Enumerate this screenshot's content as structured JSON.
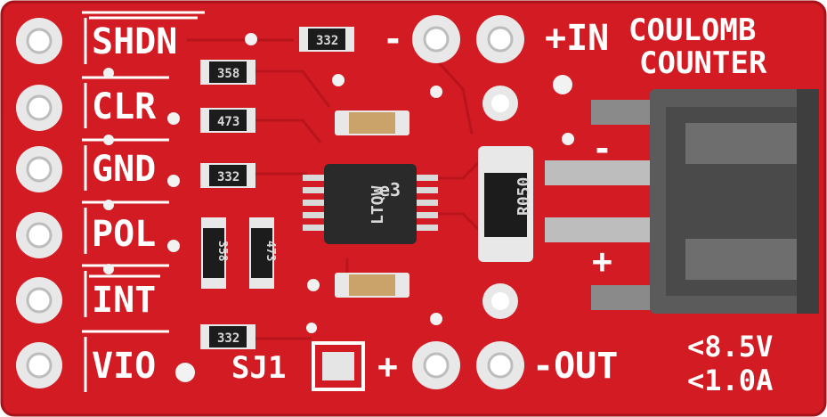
{
  "pins": [
    "SHDN",
    "CLR",
    "GND",
    "POL",
    "INT",
    "VIO"
  ],
  "title": [
    "COULOMB",
    "COUNTER"
  ],
  "labels": {
    "in": "+IN",
    "in_dash": "-",
    "out": "-OUT",
    "out_plus": "+",
    "jumper": "SJ1",
    "conn_minus": "-",
    "conn_plus": "+",
    "voltage": "<8.5V",
    "current": "<1.0A"
  },
  "chip": {
    "line1": "LTQW",
    "line2": "e3"
  },
  "resistors": {
    "r1": "332",
    "r2": "358",
    "r3": "473",
    "r4": "332",
    "r5": "358",
    "r6": "473",
    "r7": "332",
    "shunt": "R050"
  },
  "colors": {
    "pcb": "#d7191f",
    "silkscreen": "#ffffff",
    "pad": "#e6e6e6",
    "connector": "#5a5a5a"
  }
}
